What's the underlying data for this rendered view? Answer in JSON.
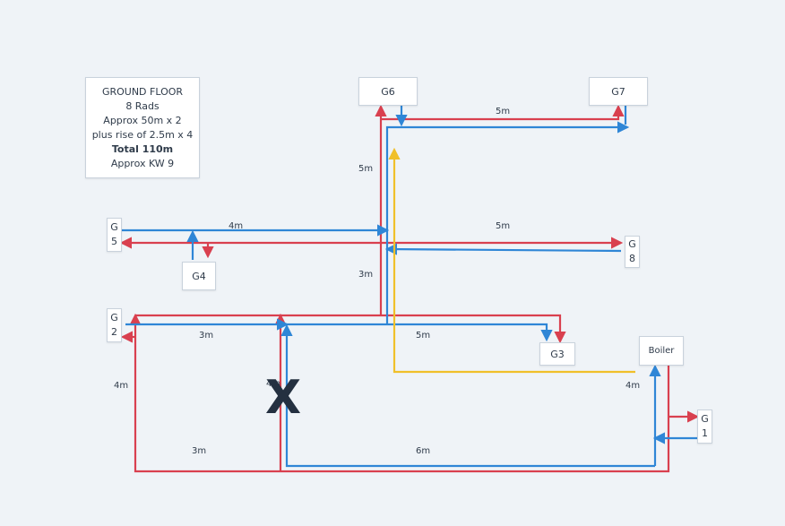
{
  "info": {
    "line1": "GROUND FLOOR",
    "line2": "8 Rads",
    "line3": "Approx 50m x 2",
    "line4": "plus rise of 2.5m x 4",
    "line5": "Total 110m",
    "line6": "Approx KW 9"
  },
  "nodes": {
    "g6": "G6",
    "g7": "G7",
    "g4": "G4",
    "g3": "G3",
    "boiler": "Boiler",
    "g5": [
      "G",
      "5"
    ],
    "g8": [
      "G",
      "8"
    ],
    "g2": [
      "G",
      "2"
    ],
    "g1": [
      "G",
      "1"
    ]
  },
  "labels": {
    "l_5m_top": "5m",
    "l_5m_g6": "5m",
    "l_4m_g5": "4m",
    "l_5m_g8": "5m",
    "l_3m_mid": "3m",
    "l_3m_g2": "3m",
    "l_5m_g3": "5m",
    "l_4m_left": "4m",
    "l_4m_x": "4m",
    "l_4m_boiler": "4m",
    "l_3m_bottom": "3m",
    "l_6m_bottom": "6m",
    "x_mark": "X"
  },
  "colors": {
    "flow": "#d9404f",
    "return": "#2f86d6",
    "feed": "#f0c02a"
  }
}
